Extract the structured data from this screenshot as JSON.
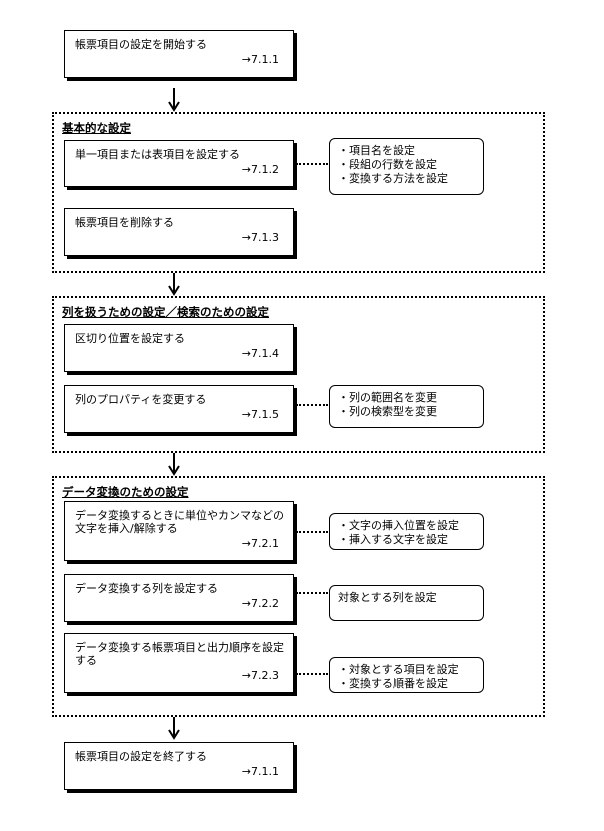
{
  "start": {
    "text": "帳票項目の設定を開始する",
    "ref": "→7.1.1"
  },
  "groups": [
    {
      "title": "基本的な設定",
      "boxes": [
        {
          "text": "単一項目または表項目を設定する",
          "ref": "→7.1.2",
          "notes": [
            "・項目名を設定",
            "・段組の行数を設定",
            "・変換する方法を設定"
          ]
        },
        {
          "text": "帳票項目を削除する",
          "ref": "→7.1.3",
          "notes": []
        }
      ]
    },
    {
      "title": "列を扱うための設定／検索のための設定",
      "boxes": [
        {
          "text": "区切り位置を設定する",
          "ref": "→7.1.4",
          "notes": []
        },
        {
          "text": "列のプロパティを変更する",
          "ref": "→7.1.5",
          "notes": [
            "・列の範囲名を変更",
            "・列の検索型を変更"
          ]
        }
      ]
    },
    {
      "title": "データ変換のための設定",
      "boxes": [
        {
          "text": "データ変換するときに単位やカンマなどの文字を挿入/解除する",
          "ref": "→7.2.1",
          "notes": [
            "・文字の挿入位置を設定",
            "・挿入する文字を設定"
          ]
        },
        {
          "text": "データ変換する列を設定する",
          "ref": "→7.2.2",
          "notes": [
            "対象とする列を設定"
          ]
        },
        {
          "text": "データ変換する帳票項目と出力順序を設定する",
          "ref": "→7.2.3",
          "notes": [
            "・対象とする項目を設定",
            "・変換する順番を設定"
          ]
        }
      ]
    }
  ],
  "end": {
    "text": "帳票項目の設定を終了する",
    "ref": "→7.1.1"
  }
}
